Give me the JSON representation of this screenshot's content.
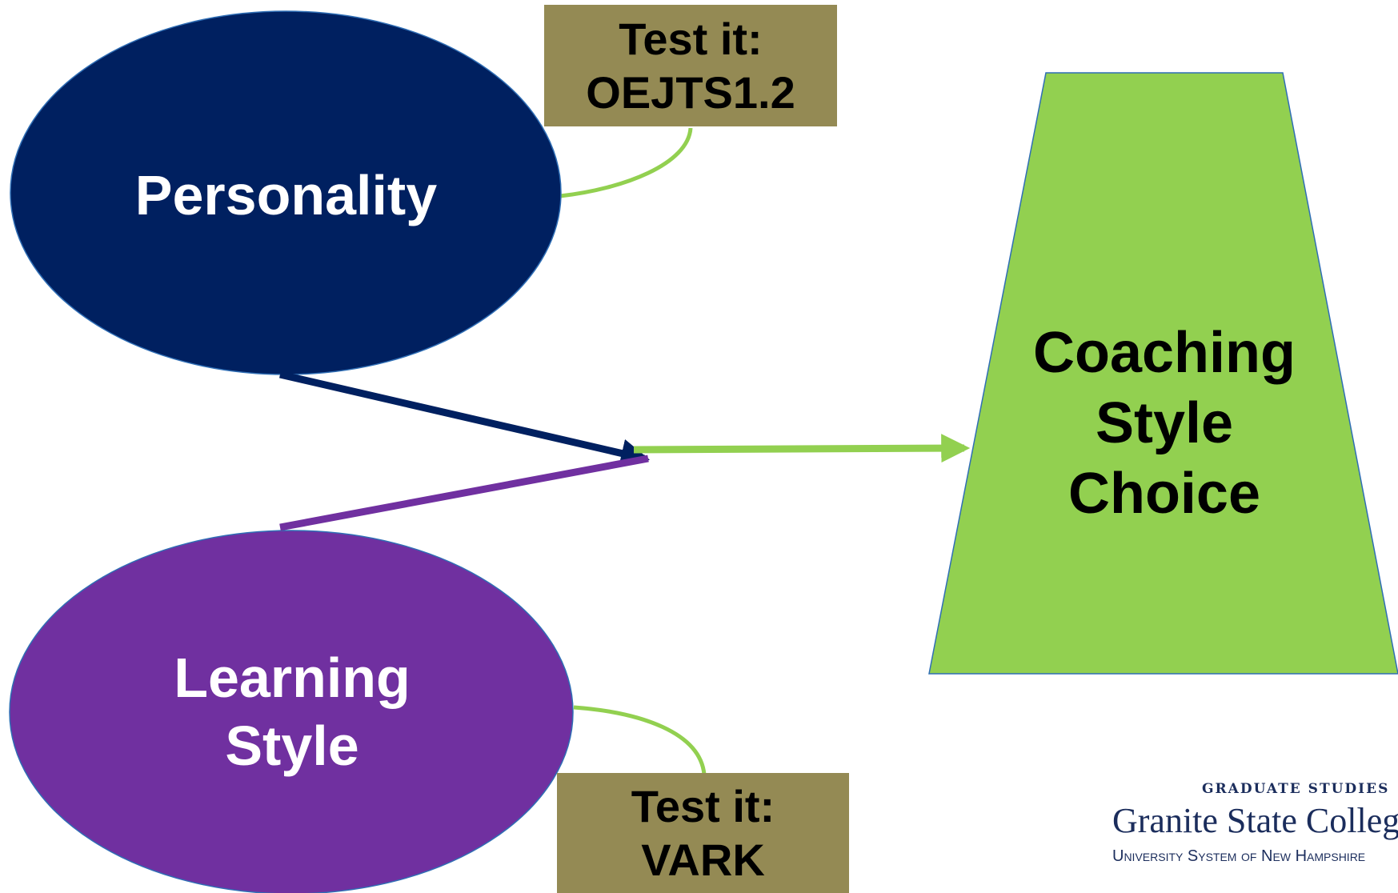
{
  "nodes": {
    "personality": {
      "label": "Personality"
    },
    "learning_style": {
      "line1": "Learning",
      "line2": "Style"
    },
    "coaching": {
      "line1": "Coaching",
      "line2": "Style",
      "line3": "Choice"
    }
  },
  "tags": {
    "personality_test": {
      "line1": "Test it:",
      "line2": "OEJTS1.2"
    },
    "learning_test": {
      "line1": "Test it:",
      "line2": "VARK"
    }
  },
  "logo": {
    "line1": "GRADUATE STUDIES",
    "line2": "Granite State College",
    "line3": "University System of New Hampshire"
  },
  "colors": {
    "personality": "#002060",
    "learning_style": "#7030a0",
    "coaching": "#92d050",
    "tag": "#948a54",
    "connector": "#92d050"
  }
}
